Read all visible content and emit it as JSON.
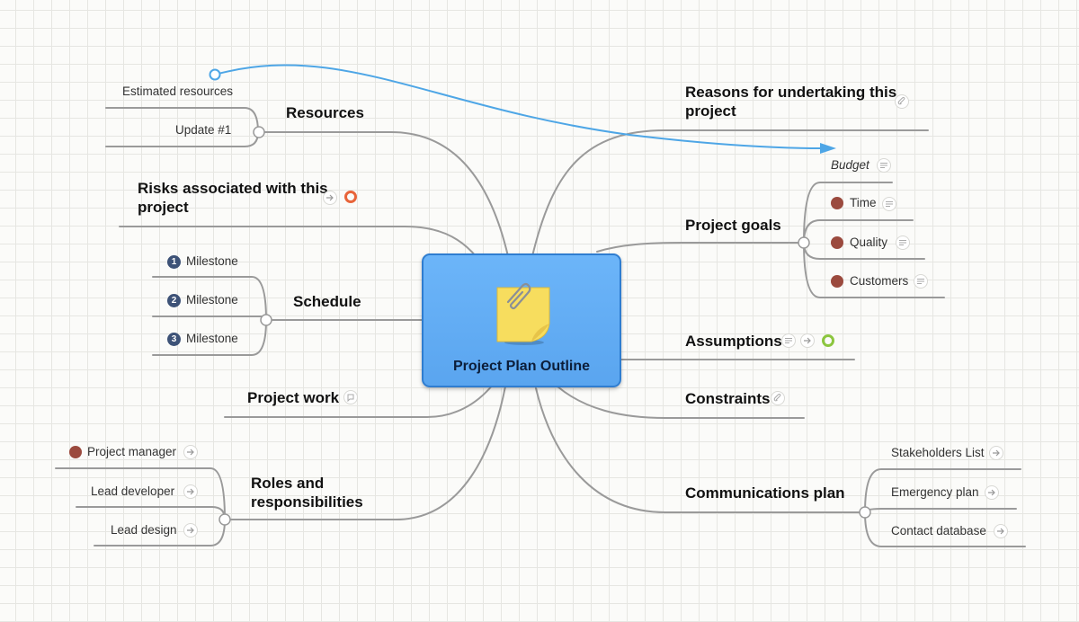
{
  "central": {
    "title": "Project Plan Outline",
    "icon": "sticky-note-with-paperclip-icon"
  },
  "branches": {
    "resources": {
      "label": "Resources",
      "children": [
        "Estimated resources",
        "Update #1"
      ]
    },
    "risks": {
      "label": "Risks associated with this project",
      "line1": "Risks associated with this",
      "line2": "project"
    },
    "schedule": {
      "label": "Schedule",
      "children": [
        {
          "num": "1",
          "label": "Milestone"
        },
        {
          "num": "2",
          "label": "Milestone"
        },
        {
          "num": "3",
          "label": "Milestone"
        }
      ]
    },
    "project_work": {
      "label": "Project work"
    },
    "roles": {
      "label": "Roles and responsibilities",
      "line1": "Roles and",
      "line2": "responsibilities",
      "children": [
        "Project manager",
        "Lead developer",
        "Lead design"
      ]
    },
    "reasons": {
      "label": "Reasons for undertaking this project",
      "line1": "Reasons for undertaking this",
      "line2": "project"
    },
    "goals": {
      "label": "Project goals",
      "children": [
        "Budget",
        "Time",
        "Quality",
        "Customers"
      ]
    },
    "assumptions": {
      "label": "Assumptions"
    },
    "constraints": {
      "label": "Constraints"
    },
    "communications": {
      "label": "Communications plan",
      "children": [
        "Stakeholders List",
        "Emergency plan",
        "Contact database"
      ]
    }
  },
  "colors": {
    "connector": "#9a9a9a",
    "relationship_arrow": "#4ea6e6",
    "central_fill": "#64aef6",
    "central_border": "#2f7dd0",
    "task_dot": "#9b4a3e",
    "milestone_number": "#3d5277",
    "risk_ring": "#e8643a",
    "assumption_ring": "#8cc63f"
  }
}
